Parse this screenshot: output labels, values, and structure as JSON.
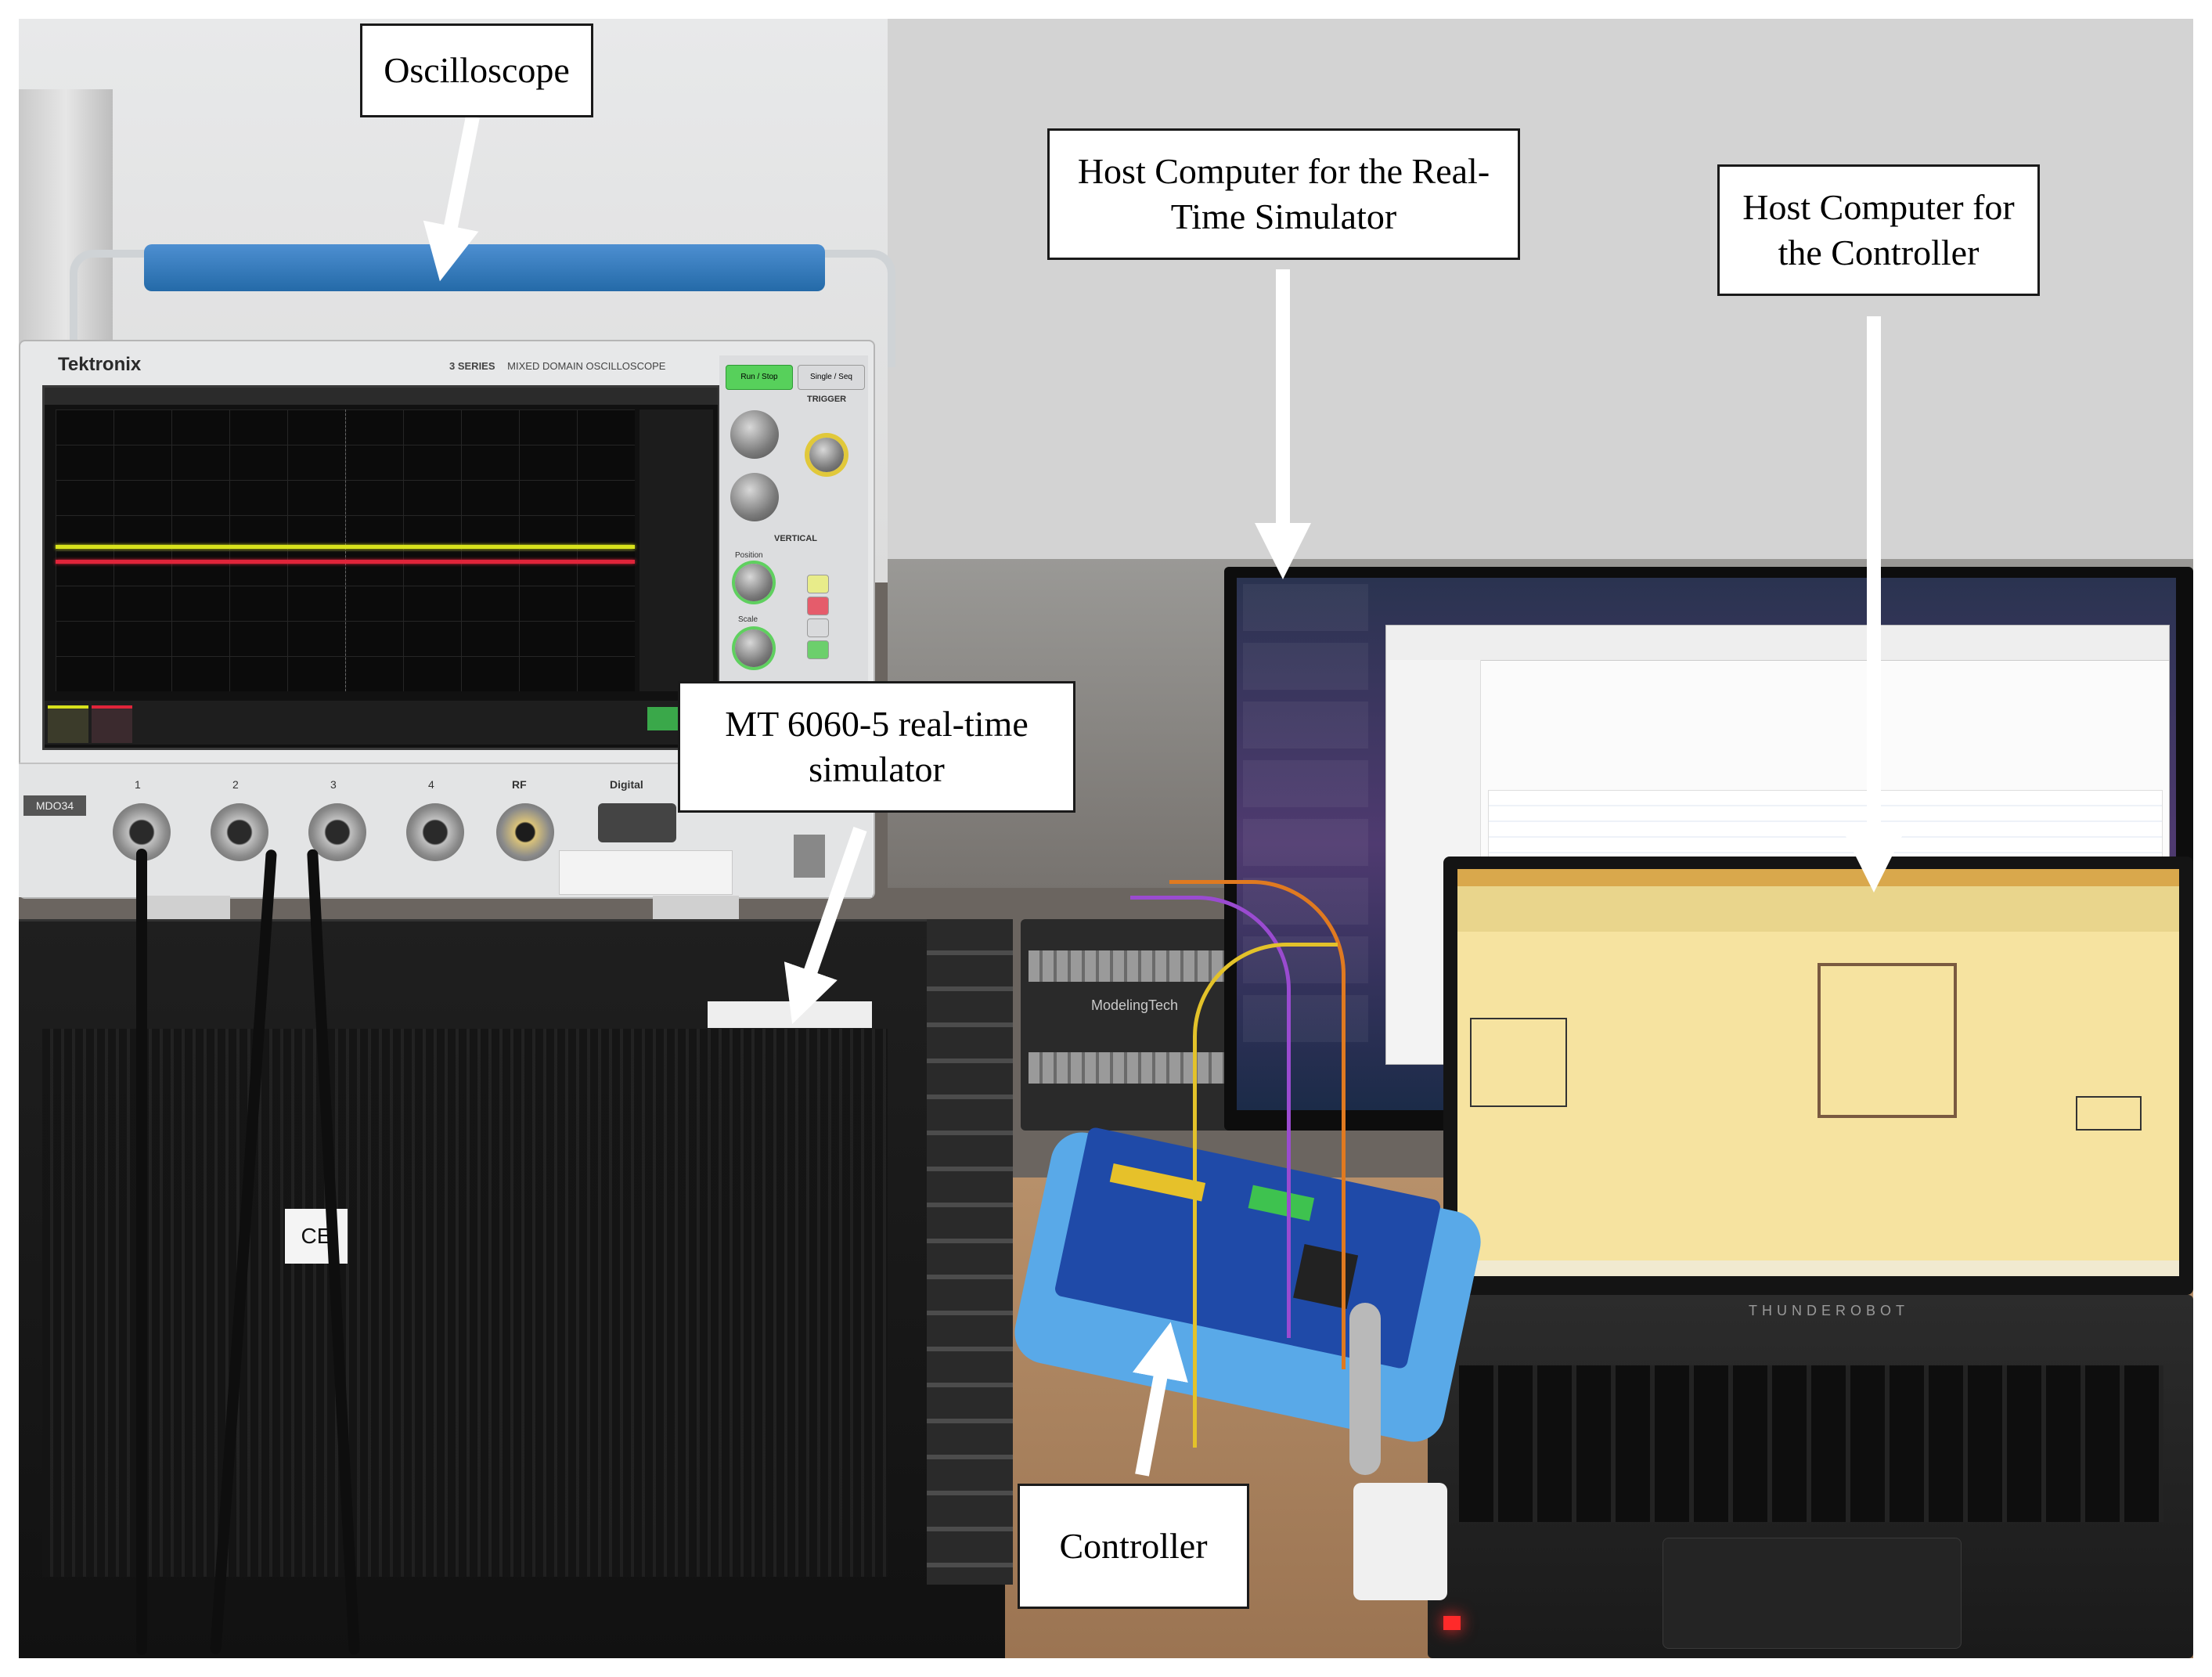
{
  "callouts": {
    "oscilloscope": "Oscilloscope",
    "host_rts": "Host Computer for the Real-Time Simulator",
    "host_controller": "Host Computer for the Controller",
    "simulator": "MT 6060-5 real-time simulator",
    "controller": "Controller"
  },
  "scope": {
    "brand": "Tektronix",
    "series": "3 SERIES",
    "model_desc": "MIXED DOMAIN OSCILLOSCOPE",
    "run_stop": "Run / Stop",
    "single": "Single / Seq",
    "trigger": "TRIGGER",
    "vertical": "VERTICAL",
    "position": "Position",
    "scale": "Scale",
    "model": "MDO34",
    "digital": "Digital",
    "rf": "RF",
    "channels": [
      "1",
      "2",
      "3",
      "4"
    ],
    "trace_colors": {
      "ch1": "#d8e21c",
      "ch2": "#e0243a"
    }
  },
  "simulator_box": {
    "brand": "ModelingTech",
    "ce": "CE"
  },
  "laptop": {
    "brand": "THUNDEROBOT"
  },
  "colors": {
    "callout_border": "#1a1a1a",
    "arrow": "#ffffff",
    "simulink_bg": "#f6e8a3"
  }
}
